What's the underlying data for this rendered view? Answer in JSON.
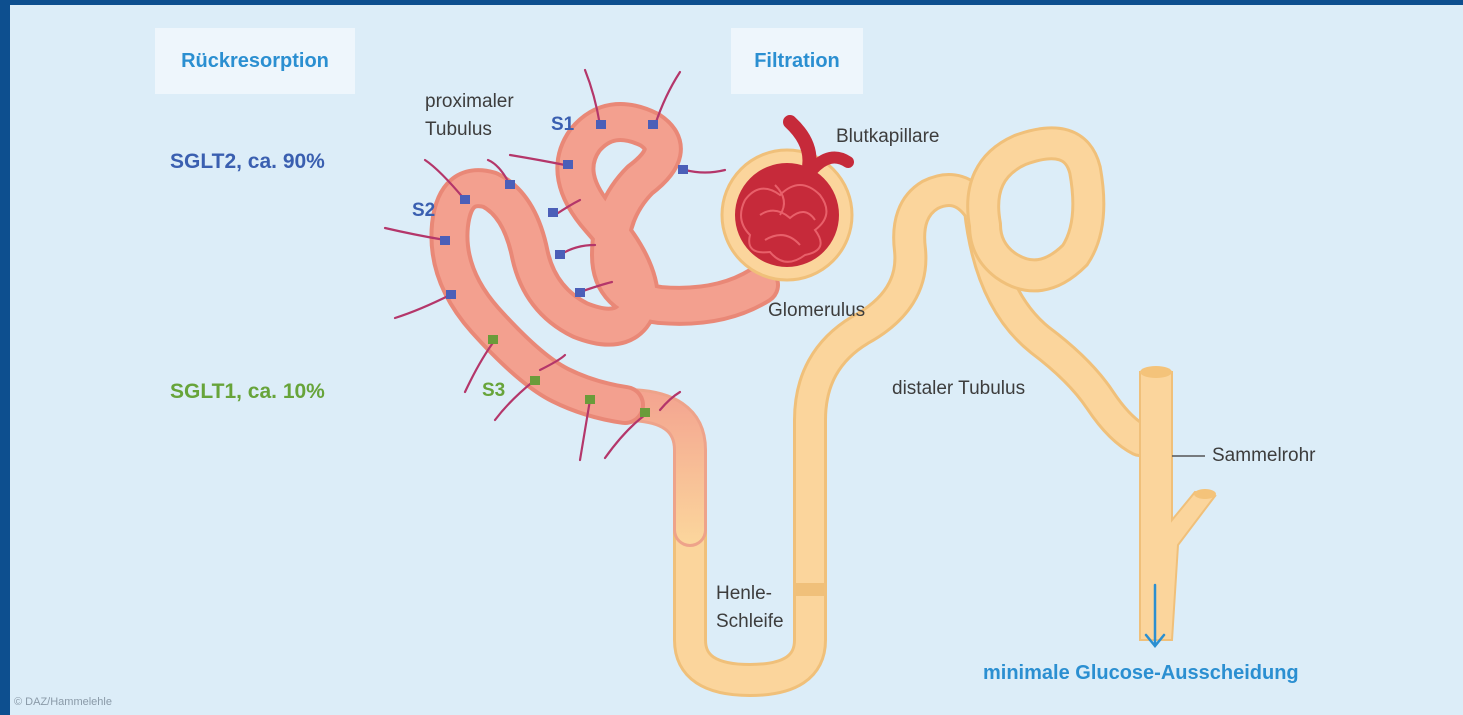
{
  "headers": {
    "reabsorption": "Rückresorption",
    "filtration": "Filtration"
  },
  "transporters": {
    "sglt2": "SGLT2, ca. 90%",
    "sglt1": "SGLT1, ca. 10%"
  },
  "segments": {
    "s1": "S1",
    "s2": "S2",
    "s3": "S3"
  },
  "labels": {
    "proximal_line1": "proximaler",
    "proximal_line2": "Tubulus",
    "capillary": "Blutkapillare",
    "glomerulus": "Glomerulus",
    "distal": "distaler Tubulus",
    "collecting_duct": "Sammelrohr",
    "henle_line1": "Henle-",
    "henle_line2": "Schleife",
    "result": "minimale Glucose-Ausscheidung"
  },
  "credit": "© DAZ/Hammelehle",
  "colors": {
    "page_border": "#0d4f8f",
    "background": "#dcedf8",
    "header_box": "#eef6fc",
    "header_text": "#2b8fd1",
    "sglt2": "#3a5fb0",
    "sglt1": "#67a43a",
    "tubule_proximal": "#f3a08f",
    "tubule_distal": "#fbd59c",
    "capillary": "#c62a3a",
    "nerve": "#b4366a"
  },
  "icons": {
    "flow_arrow": "arrow-down-icon"
  }
}
